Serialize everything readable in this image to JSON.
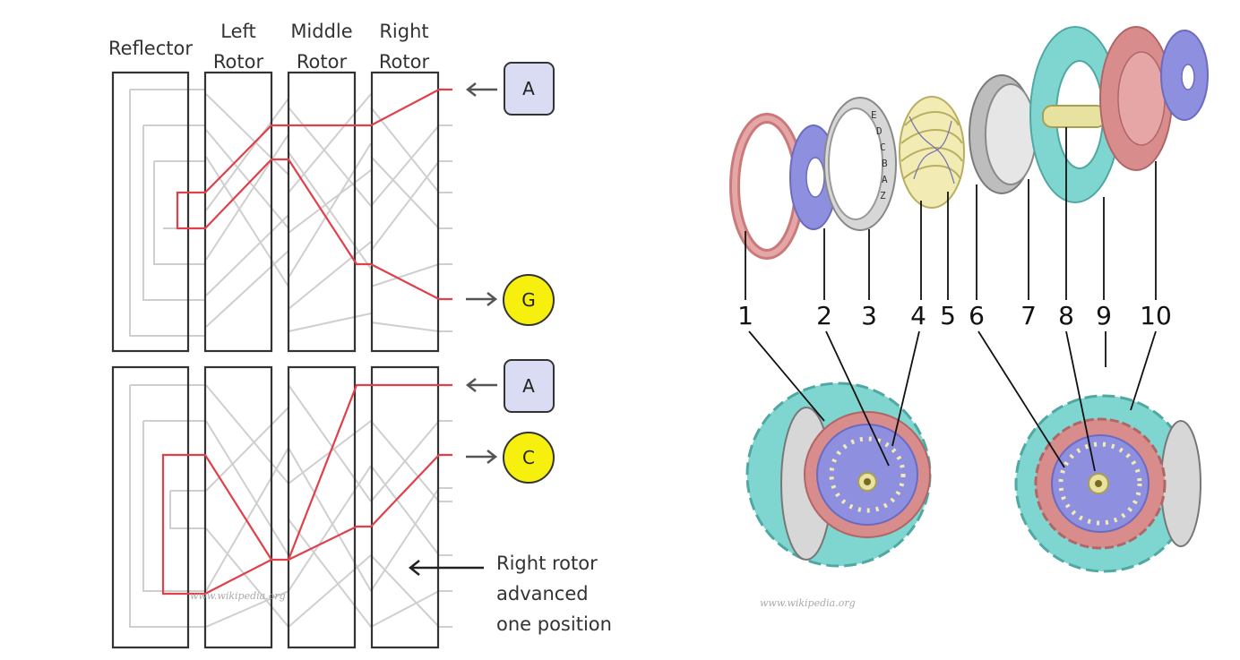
{
  "left_diagram": {
    "headers": [
      {
        "line1": "Reflector",
        "line2": ""
      },
      {
        "line1": "Left",
        "line2": "Rotor"
      },
      {
        "line1": "Middle",
        "line2": "Rotor"
      },
      {
        "line1": "Right",
        "line2": "Rotor"
      }
    ],
    "top_panel": {
      "input_key": "A",
      "output_lamp": "G"
    },
    "bottom_panel": {
      "input_key": "A",
      "output_lamp": "C"
    },
    "annotation": [
      "Right rotor",
      "advanced",
      "one position"
    ],
    "watermark": "www.wikipedia.org",
    "colors": {
      "signal_path": "#e0404a",
      "box": "#333333",
      "key_fill": "#d9dcf3",
      "lamp_fill": "#f7f00f",
      "wiring": "#c8c8c8"
    }
  },
  "right_diagram": {
    "part_numbers": [
      "1",
      "2",
      "3",
      "4",
      "5",
      "6",
      "7",
      "8",
      "9",
      "10"
    ],
    "ring_letters": [
      "E",
      "D",
      "C",
      "B",
      "A",
      "Z"
    ],
    "watermark": "www.wikipedia.org",
    "colors": {
      "pink": "#d98c8c",
      "lavender": "#8f8fe0",
      "teal": "#7fd6d0",
      "silver": "#bdbdbd",
      "brass": "#e8e2a0"
    }
  }
}
